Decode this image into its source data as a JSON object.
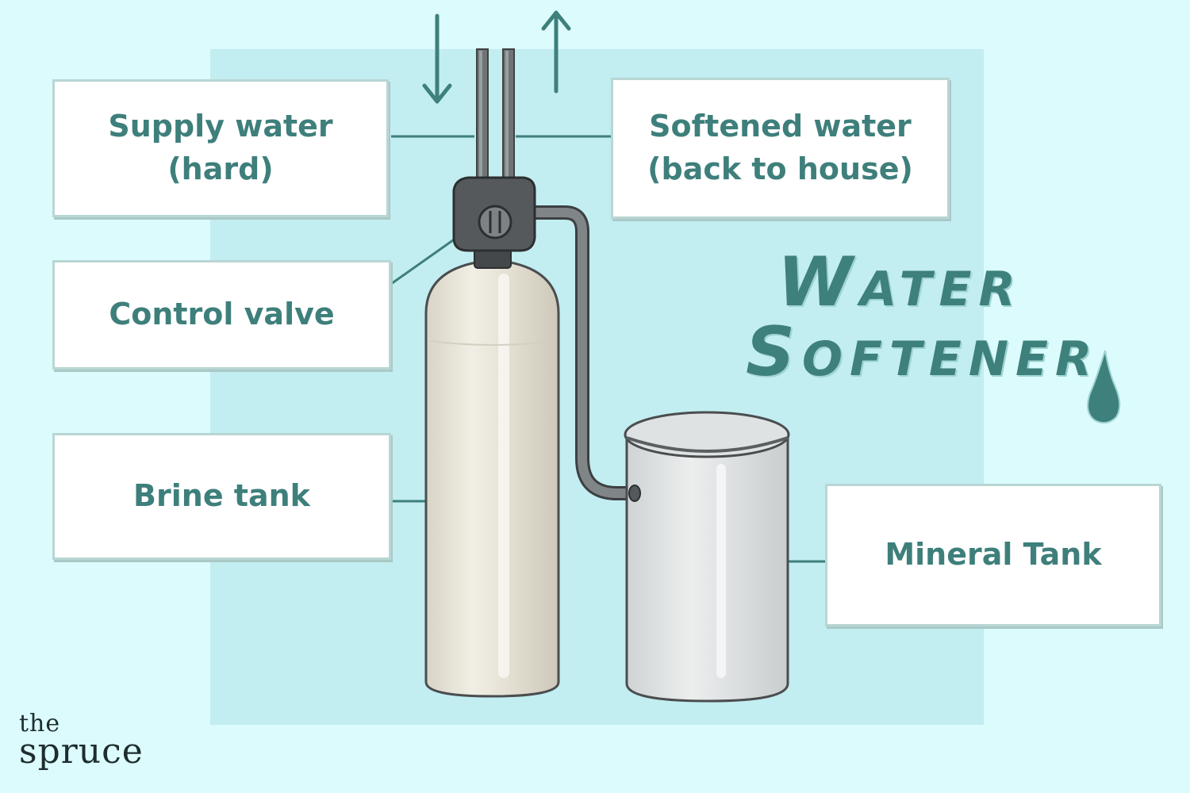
{
  "title": {
    "line1": "Water",
    "line2": "Softener"
  },
  "labels": {
    "supply_water": {
      "line1": "Supply water",
      "line2": "(hard)"
    },
    "softened_water": {
      "line1": "Softened water",
      "line2": "(back to house)"
    },
    "control_valve": "Control valve",
    "brine_tank": "Brine tank",
    "mineral_tank": "Mineral Tank"
  },
  "logo": {
    "line1": "the",
    "line2": "spruce"
  },
  "colors": {
    "page_background": "#dcfbfc",
    "panel_background": "#c2edf1",
    "accent_teal": "#3e7f7b",
    "label_border": "#b8d6d4",
    "tank_body": "#e6e2d6",
    "bin_body": "#d9dcdc",
    "valve_dark": "#4b4f51",
    "tube_gray": "#777b7d"
  },
  "icons": {
    "inflow_arrow": "arrow-down-icon",
    "outflow_arrow": "arrow-up-icon",
    "water_drop": "water-drop-icon"
  }
}
